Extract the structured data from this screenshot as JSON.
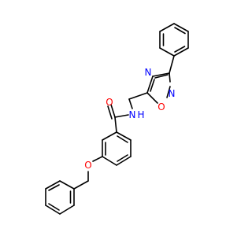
{
  "molecule": {
    "atoms": {
      "carbonyl_oxygen": {
        "symbol": "O",
        "color": "#ff0000"
      },
      "amide_nitrogen": {
        "symbol": "N",
        "hydrogen": "H",
        "color": "#0000ff"
      },
      "ring_oxygen": {
        "symbol": "O",
        "color": "#ff0000"
      },
      "ring_nitrogen_upper": {
        "symbol": "N",
        "color": "#0000ff"
      },
      "ring_nitrogen_lower": {
        "symbol": "N",
        "color": "#0000ff"
      },
      "ether_oxygen": {
        "symbol": "O",
        "color": "#ff0000"
      }
    }
  }
}
